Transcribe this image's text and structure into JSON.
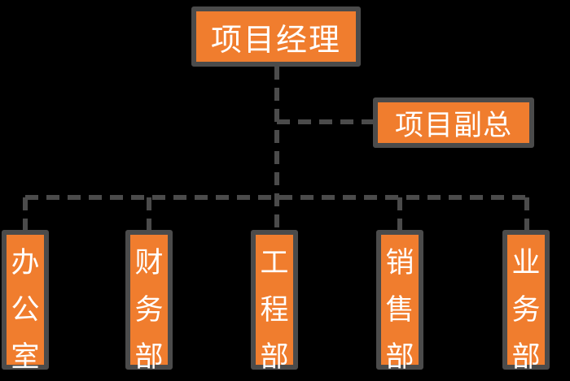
{
  "org_chart": {
    "manager": {
      "label": "项目经理"
    },
    "deputy": {
      "label": "项目副总"
    },
    "departments": [
      {
        "label": "办公室"
      },
      {
        "label": "财务部"
      },
      {
        "label": "工程部"
      },
      {
        "label": "销售部"
      },
      {
        "label": "业务部"
      }
    ]
  },
  "colors": {
    "background": "#000000",
    "box_fill": "#f07d2e",
    "box_border": "#4b4b4b",
    "connector": "#4b4b4b",
    "text": "#ffffff"
  }
}
